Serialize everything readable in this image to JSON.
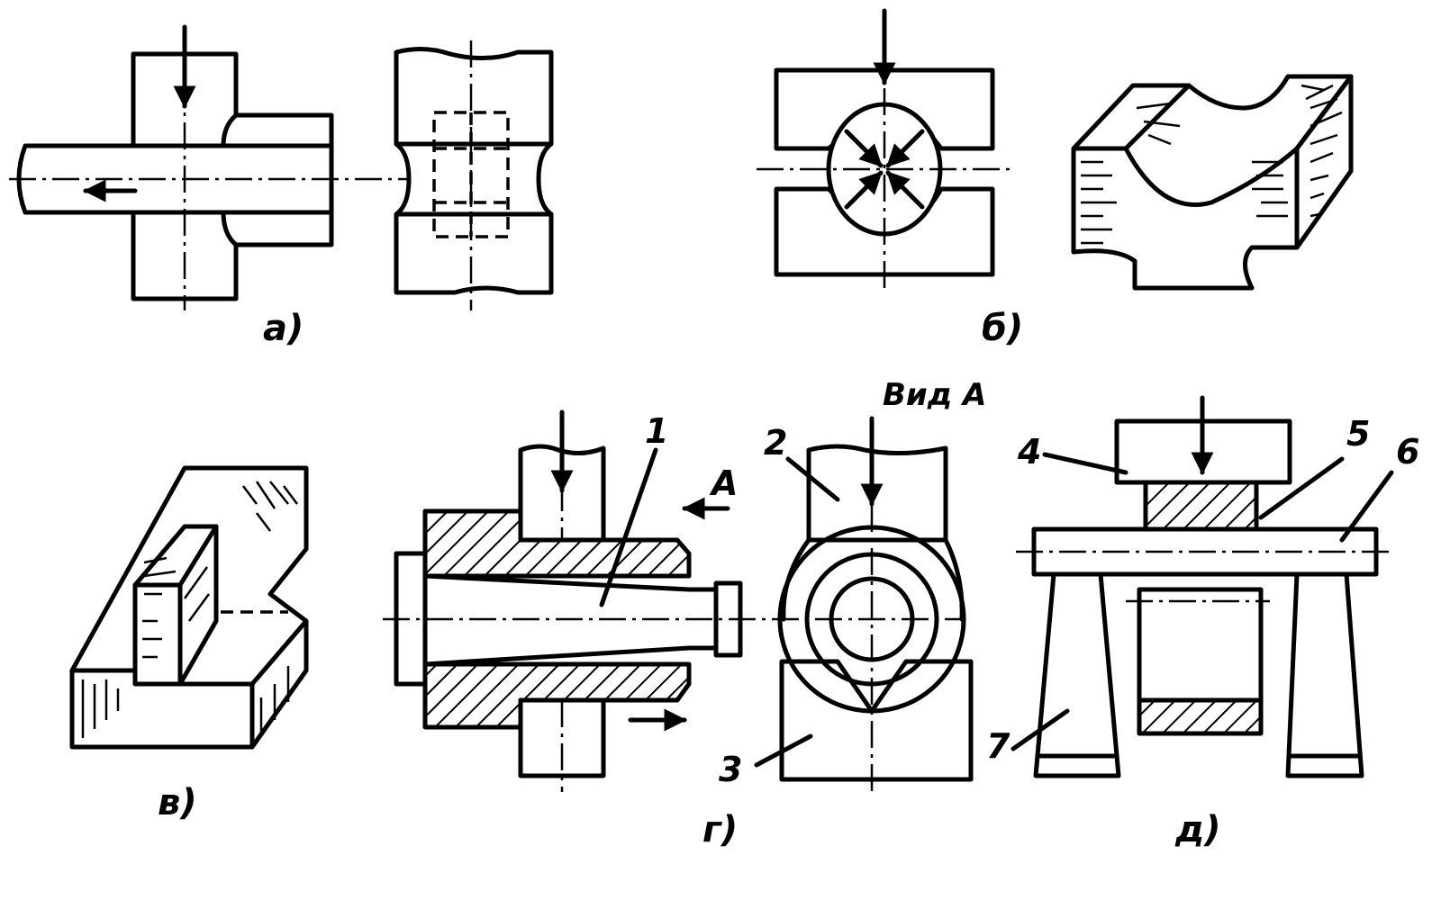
{
  "captions": {
    "a": "а)",
    "b": "б)",
    "v": "в)",
    "g": "г)",
    "d": "д)"
  },
  "view_label": "Вид А",
  "arrow_label": "А",
  "part_numbers": [
    "1",
    "2",
    "3",
    "4",
    "5",
    "6",
    "7"
  ]
}
